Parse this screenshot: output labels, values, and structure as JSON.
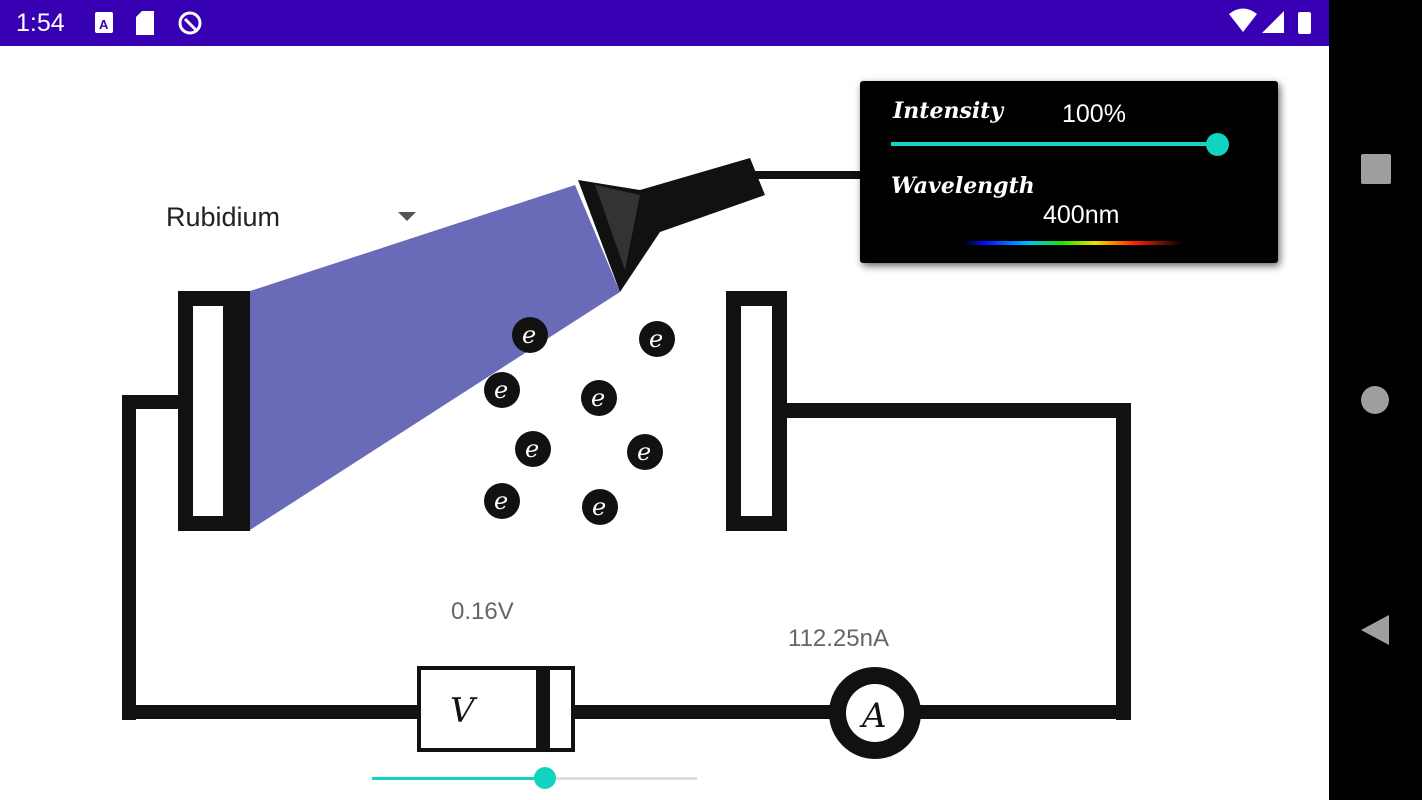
{
  "status_bar": {
    "time": "1:54",
    "icons": [
      "a-notification-icon",
      "sd-card-icon",
      "data-saver-icon",
      "wifi-icon",
      "signal-icon",
      "battery-icon"
    ]
  },
  "nav_bar": {
    "buttons": [
      "recents",
      "home",
      "back"
    ]
  },
  "metal_select": {
    "selected": "Rubidium"
  },
  "light_panel": {
    "intensity_label": "Intensity",
    "intensity_value": "100%",
    "intensity_fraction": 1.0,
    "wavelength_label": "Wavelength",
    "wavelength_value": "400nm"
  },
  "circuit": {
    "voltage_reading": "0.16V",
    "current_reading": "112.25nA",
    "voltmeter_symbol": "V",
    "ammeter_symbol": "A",
    "electron_symbol": "e",
    "voltage_slider_fraction": 0.53
  },
  "colors": {
    "status_bar": "#3700b3",
    "accent": "#10d4c0",
    "beam": "#6a6bb8"
  }
}
